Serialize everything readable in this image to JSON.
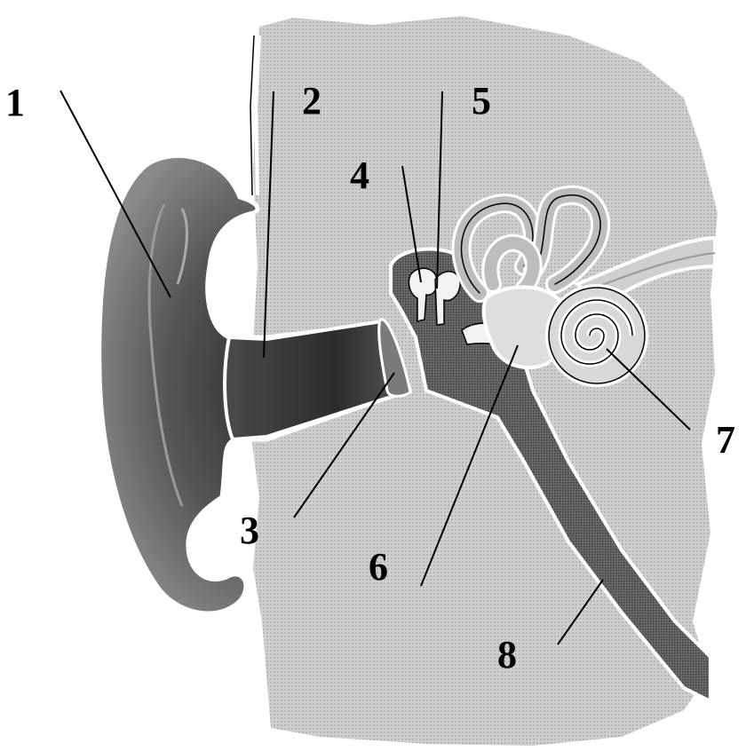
{
  "labels": [
    {
      "id": "1",
      "text": "1"
    },
    {
      "id": "2",
      "text": "2"
    },
    {
      "id": "3",
      "text": "3"
    },
    {
      "id": "4",
      "text": "4"
    },
    {
      "id": "5",
      "text": "5"
    },
    {
      "id": "6",
      "text": "6"
    },
    {
      "id": "7",
      "text": "7"
    },
    {
      "id": "8",
      "text": "8"
    }
  ],
  "colors": {
    "background_tissue": "#c9c9c9",
    "ear_dark": "#5e5e5e",
    "canal_dark": "#3f3f3f",
    "inner_light": "#e4e4e4",
    "outline": "#ffffff",
    "label": "#000000"
  }
}
